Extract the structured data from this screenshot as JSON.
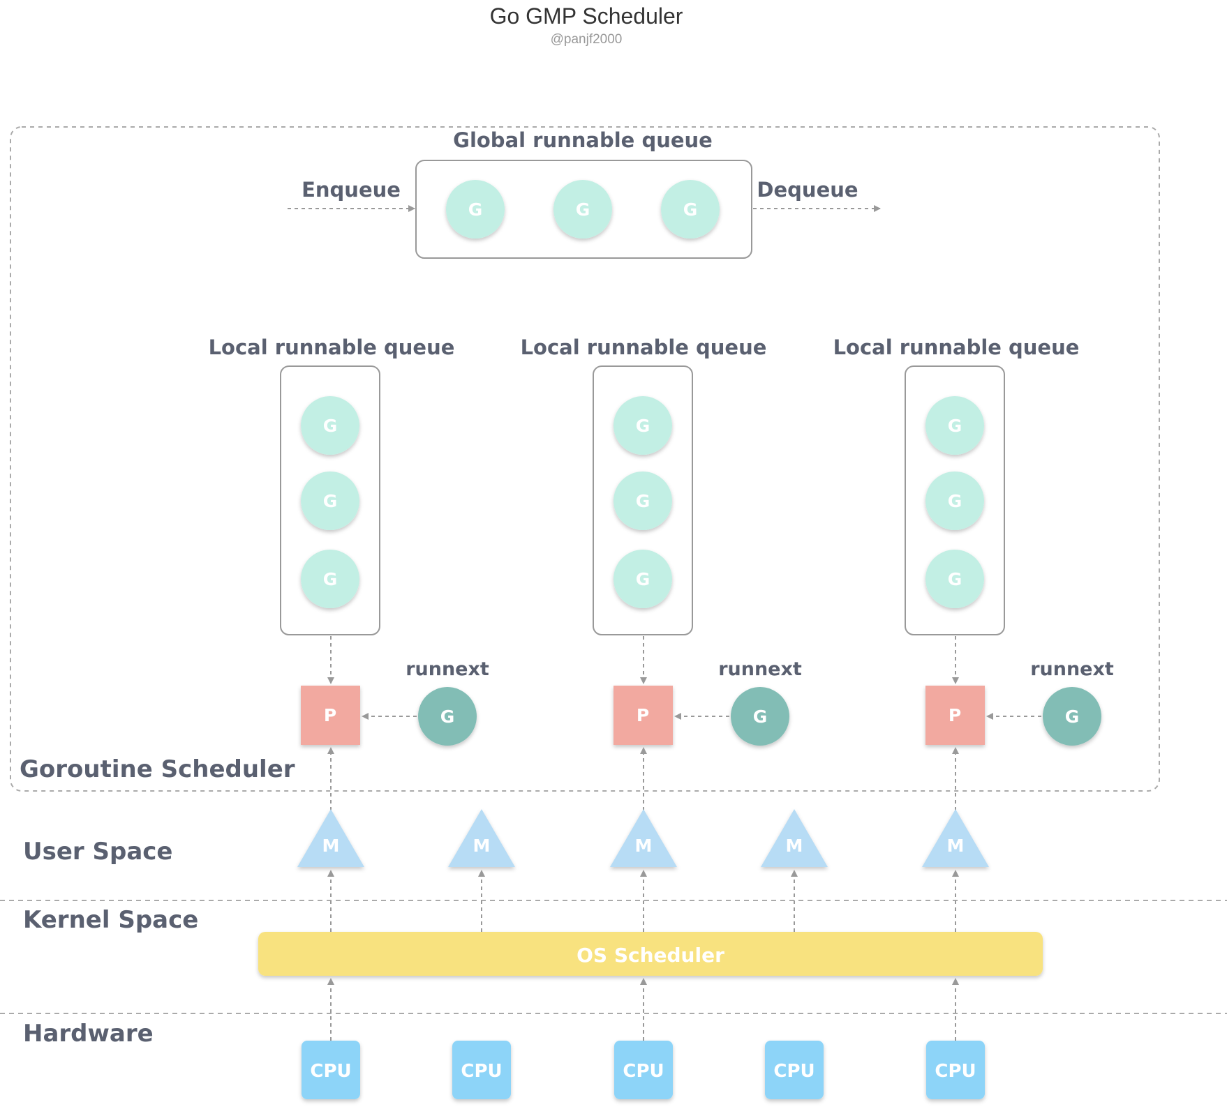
{
  "title": "Go GMP Scheduler",
  "subtitle": "@panjf2000",
  "global_queue": {
    "label": "Global runnable queue",
    "enqueue_label": "Enqueue",
    "dequeue_label": "Dequeue",
    "items": [
      "G",
      "G",
      "G"
    ]
  },
  "processors": [
    {
      "queue_label": "Local runnable queue",
      "items": [
        "G",
        "G",
        "G"
      ],
      "p_label": "P",
      "runnext_label": "runnext",
      "runnext_item": "G"
    },
    {
      "queue_label": "Local runnable queue",
      "items": [
        "G",
        "G",
        "G"
      ],
      "p_label": "P",
      "runnext_label": "runnext",
      "runnext_item": "G"
    },
    {
      "queue_label": "Local runnable queue",
      "items": [
        "G",
        "G",
        "G"
      ],
      "p_label": "P",
      "runnext_label": "runnext",
      "runnext_item": "G"
    }
  ],
  "goroutine_scheduler_label": "Goroutine Scheduler",
  "user_space_label": "User Space",
  "kernel_space_label": "Kernel Space",
  "hardware_label": "Hardware",
  "machines": [
    "M",
    "M",
    "M",
    "M",
    "M"
  ],
  "os_scheduler_label": "OS Scheduler",
  "cpus": [
    "CPU",
    "CPU",
    "CPU",
    "CPU",
    "CPU"
  ],
  "colors": {
    "g_light": "#c2efe4",
    "g_dark": "#82bdb5",
    "p": "#f2a9a0",
    "m": "#b7dcf5",
    "os_scheduler": "#f8e27f",
    "cpu": "#8dd4f8",
    "label": "#5a6070",
    "line": "#999999"
  }
}
